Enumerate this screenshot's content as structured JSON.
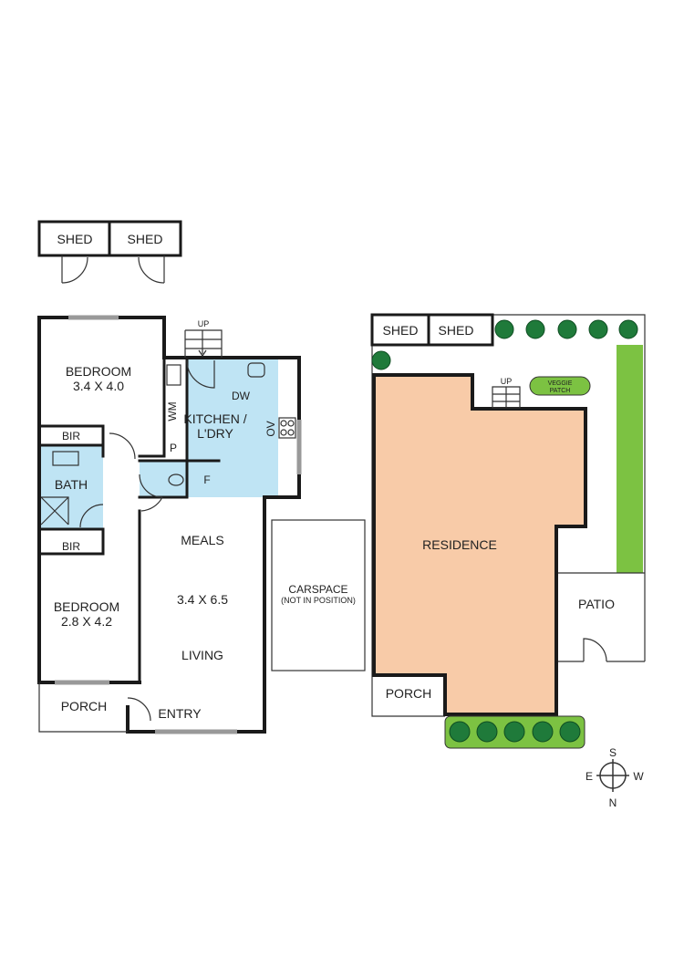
{
  "colors": {
    "wet_area": "#bfe4f4",
    "residence": "#f8cba8",
    "garden": "#7cc242",
    "tree": "#1f7a3a"
  },
  "top_sheds": [
    "SHED",
    "SHED"
  ],
  "floor_plan": {
    "bedroom1": {
      "name": "BEDROOM",
      "size": "3.4 X 4.0"
    },
    "bedroom2": {
      "name": "BEDROOM",
      "size": "2.8 X 4.2"
    },
    "bir1": "BIR",
    "bir2": "BIR",
    "bath": "BATH",
    "kitchen": {
      "line1": "KITCHEN /",
      "line2": "L'DRY"
    },
    "wm": "WM",
    "dw": "DW",
    "ov": "OV",
    "pantry": "P",
    "fridge": "F",
    "up": "UP",
    "meals": "MEALS",
    "living_size": "3.4 X 6.5",
    "living": "LIVING",
    "porch": "PORCH",
    "entry": "ENTRY",
    "carspace": {
      "line1": "CARSPACE",
      "line2": "(NOT IN POSITION)"
    }
  },
  "site_plan": {
    "sheds": [
      "SHED",
      "SHED"
    ],
    "up": "UP",
    "veggie": {
      "line1": "VEGGIE",
      "line2": "PATCH"
    },
    "residence": "RESIDENCE",
    "patio": "PATIO",
    "porch": "PORCH"
  },
  "compass": {
    "n": "N",
    "s": "S",
    "e": "E",
    "w": "W"
  }
}
